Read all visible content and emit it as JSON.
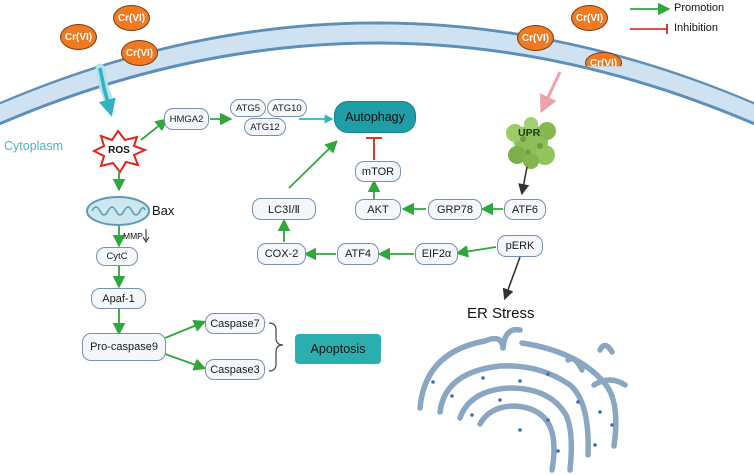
{
  "legend": {
    "promotion": "Promotion",
    "inhibition": "Inhibition"
  },
  "colors": {
    "promotion_arrow": "#2ea83a",
    "inhibition_bar": "#d9382e",
    "membrane": "#5d8fb8",
    "ros_arrow": "#2fb4c4",
    "cr_fill": "#f07a22",
    "autophagy_fill": "#1f9ea8",
    "apoptosis_fill": "#2aaeae",
    "upr_green": "#8cbf5a"
  },
  "labels": {
    "cytoplasm": "Cytoplasm",
    "cr": "Cr(VI)",
    "ros": "ROS",
    "hmga2": "HMGA2",
    "atg5": "ATG5",
    "atg10": "ATG10",
    "atg12": "ATG12",
    "autophagy": "Autophagy",
    "bax": "Bax",
    "mmp": "MMP",
    "cytc": "CytC",
    "apaf1": "Apaf-1",
    "procaspase9": "Pro-caspase9",
    "caspase7": "Caspase7",
    "caspase3": "Caspase3",
    "apoptosis": "Apoptosis",
    "lc3": "LC3Ⅰ/Ⅱ",
    "cox2": "COX-2",
    "atf4": "ATF4",
    "eif2a": "EIF2α",
    "perk": "pERK",
    "mtor": "mTOR",
    "akt": "AKT",
    "grp78": "GRP78",
    "atf6": "ATF6",
    "upr": "UPR",
    "er_stress": "ER Stress"
  },
  "icons": {
    "mitochondrion": "mitochondrion-icon",
    "er": "endoplasmic-reticulum-icon",
    "upr": "upr-protein-icon",
    "ros": "ros-burst-icon"
  }
}
